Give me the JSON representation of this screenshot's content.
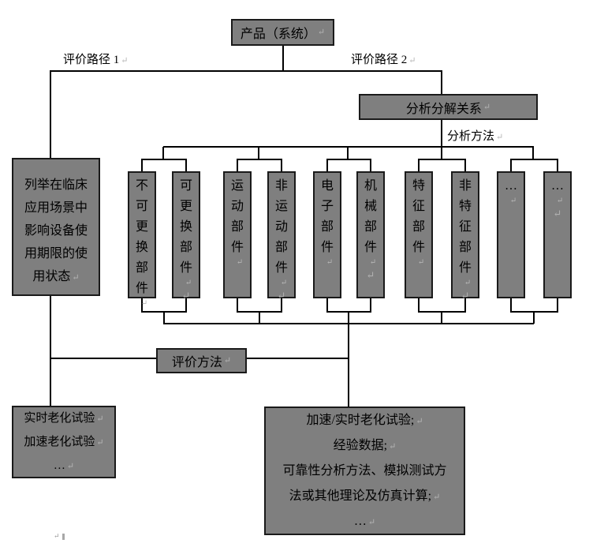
{
  "colors": {
    "box_fill": "#7f7f7f",
    "box_border": "#1a1a1a",
    "connector_line": "#000000",
    "text": "#000000",
    "return_mark": "#b5b5b5"
  },
  "marks": {
    "return": "↵"
  },
  "top": {
    "product_label": "产品（系统）",
    "path1_label": "评价路径 1",
    "path2_label": "评价路径 2",
    "decompose_label": "分析分解关系",
    "analysis_method_label": "分析方法"
  },
  "left_box": {
    "lines": [
      "列举在临床",
      "应用场景中",
      "影响设备使",
      "用期限的使",
      "用状态"
    ]
  },
  "components": {
    "items": [
      {
        "label": "不可更换部件"
      },
      {
        "label": "可更换部件"
      },
      {
        "label": "运动部件"
      },
      {
        "label": "非运动部件"
      },
      {
        "label": "电子部件"
      },
      {
        "label": "机械部件"
      },
      {
        "label": "特征部件"
      },
      {
        "label": "非特征部件"
      },
      {
        "label": "…"
      },
      {
        "label": "…"
      }
    ]
  },
  "evaluation": {
    "method_label": "评价方法"
  },
  "bottom_left_box": {
    "lines": [
      "实时老化试验",
      "加速老化试验",
      "…"
    ]
  },
  "bottom_right_box": {
    "lines": [
      "加速/实时老化试验;",
      "经验数据;",
      "可靠性分析方法、模拟测试方",
      "法或其他理论及仿真计算;",
      "…"
    ]
  }
}
